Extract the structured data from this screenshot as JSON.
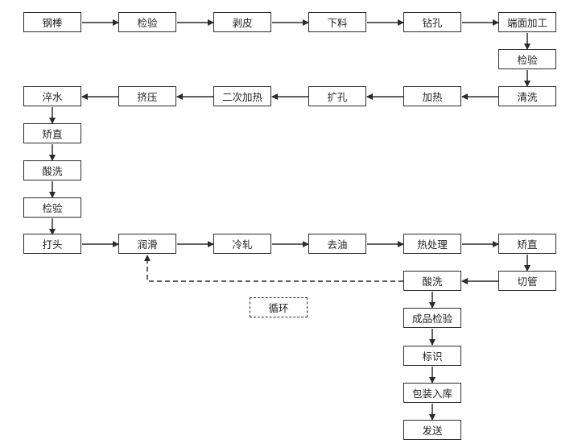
{
  "nodes": {
    "n1": "钢棒",
    "n2": "检验",
    "n3": "剥皮",
    "n4": "下料",
    "n5": "钻孔",
    "n6": "端面加工",
    "n7": "检验",
    "n8": "清洗",
    "n9": "加热",
    "n10": "扩孔",
    "n11": "二次加热",
    "n12": "挤压",
    "n13": "淬水",
    "n14": "矫直",
    "n15": "酸洗",
    "n16": "检验",
    "n17": "打头",
    "n18": "润滑",
    "n19": "冷轧",
    "n20": "去油",
    "n21": "热处理",
    "n22": "矫直",
    "n23": "切管",
    "n24": "酸洗",
    "n25": "成品检验",
    "n26": "标识",
    "n27": "包装入库",
    "n28": "发送"
  },
  "legend": {
    "loop_label": "循环"
  }
}
